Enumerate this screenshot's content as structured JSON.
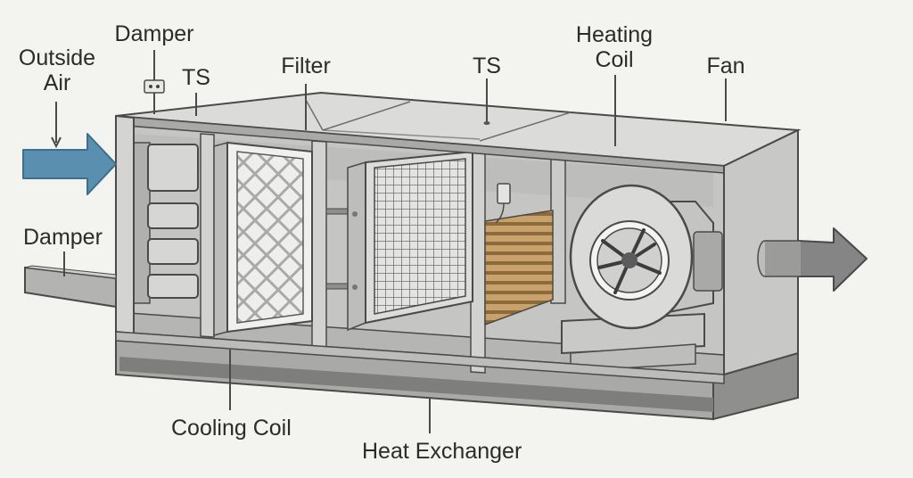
{
  "labels": {
    "outside_air_line1": "Outside",
    "outside_air_line2": "Air",
    "damper_top": "Damper",
    "ts_left": "TS",
    "filter": "Filter",
    "ts_right": "TS",
    "heating_coil_line1": "Heating",
    "heating_coil_line2": "Coil",
    "fan": "Fan",
    "damper_bottom": "Damper",
    "cooling_coil": "Cooling Coil",
    "heat_exchanger": "Heat Exchanger"
  },
  "colors": {
    "background": "#f3f3ef",
    "casing_light": "#d7d7d5",
    "casing_mid": "#b9b9b7",
    "casing_dark": "#8f8f8d",
    "inlet_arrow": "#5b8fb0",
    "outlet_arrow": "#858585",
    "heating_coil": "#b8925c",
    "outline": "#4a4a4a"
  }
}
